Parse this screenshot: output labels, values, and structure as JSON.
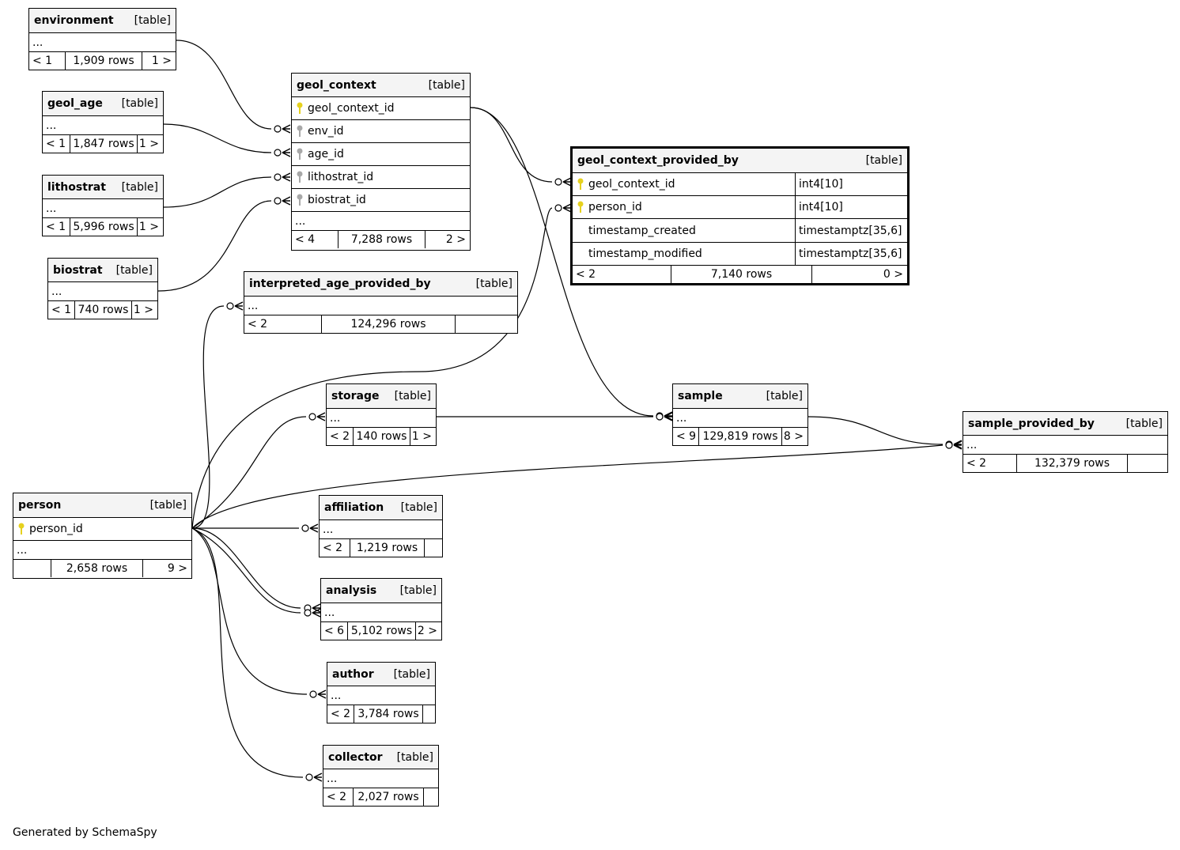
{
  "colors": {
    "primary_key": "#e6d11e",
    "foreign_key": "#a8a8a8",
    "header_bg": "#f4f4f4",
    "line": "#000000"
  },
  "footer_text": "Generated by SchemaSpy",
  "tables": {
    "environment": {
      "name": "environment",
      "kind": "[table]",
      "body": "...",
      "parents": "< 1",
      "rows": "1,909 rows",
      "children": "1 >"
    },
    "geol_age": {
      "name": "geol_age",
      "kind": "[table]",
      "body": "...",
      "parents": "< 1",
      "rows": "1,847 rows",
      "children": "1 >"
    },
    "lithostrat": {
      "name": "lithostrat",
      "kind": "[table]",
      "body": "...",
      "parents": "< 1",
      "rows": "5,996 rows",
      "children": "1 >"
    },
    "biostrat": {
      "name": "biostrat",
      "kind": "[table]",
      "body": "...",
      "parents": "< 1",
      "rows": "740 rows",
      "children": "1 >"
    },
    "geol_context": {
      "name": "geol_context",
      "kind": "[table]",
      "columns": [
        {
          "name": "geol_context_id",
          "key": "primary-key-icon"
        },
        {
          "name": "env_id",
          "key": "foreign-key-icon"
        },
        {
          "name": "age_id",
          "key": "foreign-key-icon"
        },
        {
          "name": "lithostrat_id",
          "key": "foreign-key-icon"
        },
        {
          "name": "biostrat_id",
          "key": "foreign-key-icon"
        }
      ],
      "body": "...",
      "parents": "< 4",
      "rows": "7,288 rows",
      "children": "2 >"
    },
    "geol_context_provided_by": {
      "name": "geol_context_provided_by",
      "kind": "[table]",
      "columns": [
        {
          "name": "geol_context_id",
          "type": "int4[10]",
          "key": "primary-key-icon"
        },
        {
          "name": "person_id",
          "type": "int4[10]",
          "key": "primary-key-icon"
        },
        {
          "name": "timestamp_created",
          "type": "timestamptz[35,6]",
          "key": ""
        },
        {
          "name": "timestamp_modified",
          "type": "timestamptz[35,6]",
          "key": ""
        }
      ],
      "parents": "< 2",
      "rows": "7,140 rows",
      "children": "0 >"
    },
    "interpreted_age_provided_by": {
      "name": "interpreted_age_provided_by",
      "kind": "[table]",
      "body": "...",
      "parents": "< 2",
      "rows": "124,296 rows",
      "children": ""
    },
    "storage": {
      "name": "storage",
      "kind": "[table]",
      "body": "...",
      "parents": "< 2",
      "rows": "140 rows",
      "children": "1 >"
    },
    "sample": {
      "name": "sample",
      "kind": "[table]",
      "body": "...",
      "parents": "< 9",
      "rows": "129,819 rows",
      "children": "8 >"
    },
    "sample_provided_by": {
      "name": "sample_provided_by",
      "kind": "[table]",
      "body": "...",
      "parents": "< 2",
      "rows": "132,379 rows",
      "children": ""
    },
    "person": {
      "name": "person",
      "kind": "[table]",
      "pk": "person_id",
      "body": "...",
      "parents": "",
      "rows": "2,658 rows",
      "children": "9 >"
    },
    "affiliation": {
      "name": "affiliation",
      "kind": "[table]",
      "body": "...",
      "parents": "< 2",
      "rows": "1,219 rows",
      "children": ""
    },
    "analysis": {
      "name": "analysis",
      "kind": "[table]",
      "body": "...",
      "parents": "< 6",
      "rows": "5,102 rows",
      "children": "2 >"
    },
    "author": {
      "name": "author",
      "kind": "[table]",
      "body": "...",
      "parents": "< 2",
      "rows": "3,784 rows",
      "children": ""
    },
    "collector": {
      "name": "collector",
      "kind": "[table]",
      "body": "...",
      "parents": "< 2",
      "rows": "2,027 rows",
      "children": ""
    }
  }
}
